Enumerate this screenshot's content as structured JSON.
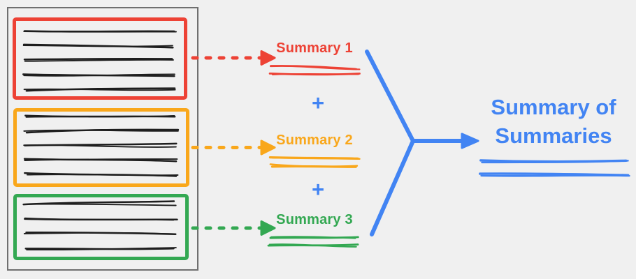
{
  "colors": {
    "red": "#ED4235",
    "orange": "#F9A71B",
    "green": "#33A852",
    "blue": "#4284F3",
    "ink": "#1E1E1E",
    "doc_border": "#6F6F6F",
    "background": "#F0F0F0"
  },
  "document": {
    "chunks": [
      {
        "name": "chunk-1",
        "color": "red",
        "text_lines": 5
      },
      {
        "name": "chunk-2",
        "color": "orange",
        "text_lines": 5
      },
      {
        "name": "chunk-3",
        "color": "green",
        "text_lines": 4
      }
    ]
  },
  "summaries": [
    {
      "label": "Summary 1",
      "color": "red"
    },
    {
      "label": "Summary 2",
      "color": "orange"
    },
    {
      "label": "Summary 3",
      "color": "green"
    }
  ],
  "operators": {
    "plus": "+"
  },
  "output": {
    "label": "Summary of Summaries",
    "color": "blue"
  }
}
